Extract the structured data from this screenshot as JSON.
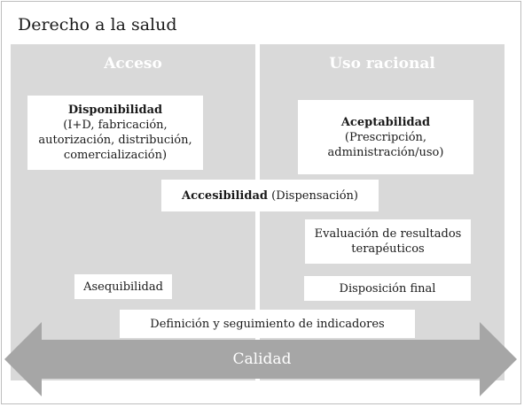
{
  "title": "Derecho a la salud",
  "columns": {
    "left": "Acceso",
    "right": "Uso racional"
  },
  "boxes": {
    "disponibilidad": {
      "bold": "Disponibilidad",
      "lines": [
        "(I+D, fabricación,",
        "autorización, distribución,",
        "comercialización)"
      ]
    },
    "aceptabilidad": {
      "bold": "Aceptabilidad",
      "lines": [
        "(Prescripción,",
        "administración/uso)"
      ]
    },
    "accesibilidad": {
      "bold": "Accesibilidad",
      "rest": " (Dispensación)"
    },
    "evaluacion": {
      "lines": [
        "Evaluación de resultados",
        "terapéuticos"
      ]
    },
    "asequibilidad": "Asequibilidad",
    "disposicion": "Disposición final",
    "definicion": "Definición y seguimiento de indicadores"
  },
  "arrow": {
    "label": "Calidad",
    "color": "#a6a6a6"
  },
  "colors": {
    "panel": "#d9d9d9",
    "box": "#ffffff",
    "arrow": "#a6a6a6"
  }
}
